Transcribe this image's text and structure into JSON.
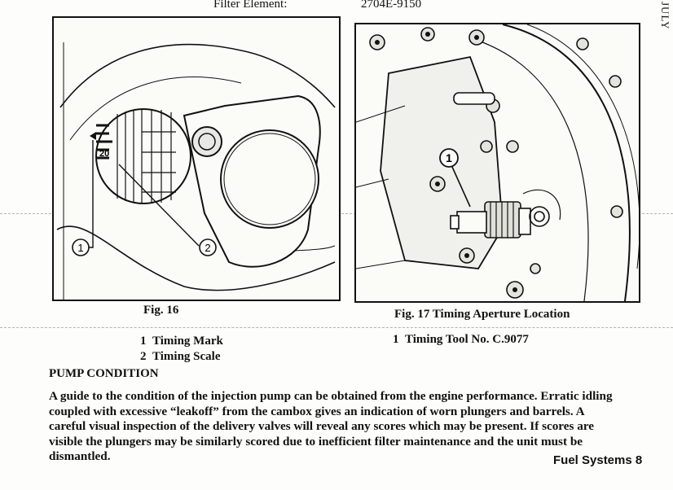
{
  "header": {
    "filter_label": "Filter Element:",
    "part_number": "2704E-9150",
    "side_tab": "JULY"
  },
  "figure16": {
    "caption": "Fig. 16",
    "scale_number": "20",
    "callouts": [
      "1",
      "2"
    ],
    "legend": [
      {
        "num": "1",
        "text": "Timing Mark"
      },
      {
        "num": "2",
        "text": "Timing Scale"
      }
    ]
  },
  "figure17": {
    "caption": "Fig. 17  Timing Aperture Location",
    "callouts": [
      "1"
    ],
    "legend": [
      {
        "num": "1",
        "text": "Timing Tool No. C.9077"
      }
    ]
  },
  "section": {
    "heading": "PUMP CONDITION",
    "paragraph": "A guide to the condition of the injection pump can be obtained from the engine performance. Erratic idling coupled with excessive “leakoff” from the cambox gives an indication of worn plungers and barrels. A careful visual inspection of the delivery valves will reveal any scores which may be present. If scores are visible the plungers may be similarly scored due to inefficient filter maintenance and the unit must be dismantled."
  },
  "footer": {
    "page_label": "Fuel Systems 8"
  }
}
